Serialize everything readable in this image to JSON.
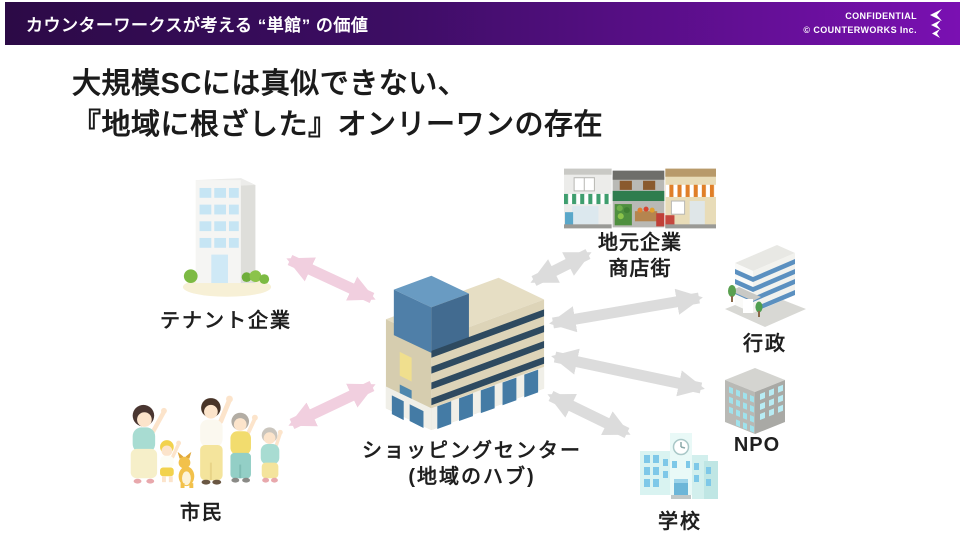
{
  "header": {
    "title": "カウンターワークスが考える “単館” の価値",
    "confidential": "CONFIDENTIAL",
    "copyright": "© COUNTERWORKS Inc.",
    "logo_icon": "counterworks-zigzag-logo",
    "colors": {
      "gradient_left": "#2c0a46",
      "gradient_right": "#7a10b2",
      "text": "#ffffff"
    }
  },
  "heading": {
    "line1": "大規模SCには真似できない、",
    "line2": "『地域に根ざした』オンリーワンの存在"
  },
  "diagram": {
    "center": {
      "label": "ショッピングセンター",
      "sublabel": "(地域のハブ)",
      "illustration": "shopping-center-isometric-building"
    },
    "nodes": {
      "tenant": {
        "label": "テナント企業",
        "illustration": "office-building"
      },
      "citizens": {
        "label": "市民",
        "illustration": "family-group-cheering"
      },
      "local_shops": {
        "label_line1": "地元企業",
        "label_line2": "商店街",
        "illustration": "shopping-street-storefronts"
      },
      "government": {
        "label": "行政",
        "illustration": "government-office-building"
      },
      "npo": {
        "label": "NPO",
        "illustration": "npo-gray-building"
      },
      "school": {
        "label": "学校",
        "illustration": "school-building-with-clock"
      }
    },
    "connections": [
      {
        "from": "shopping_center",
        "to": "tenant",
        "style": "pink",
        "bidirectional": true
      },
      {
        "from": "shopping_center",
        "to": "citizens",
        "style": "pink",
        "bidirectional": true
      },
      {
        "from": "shopping_center",
        "to": "local_shops",
        "style": "gray",
        "bidirectional": true
      },
      {
        "from": "shopping_center",
        "to": "government",
        "style": "gray",
        "bidirectional": true
      },
      {
        "from": "shopping_center",
        "to": "npo",
        "style": "gray",
        "bidirectional": true
      },
      {
        "from": "shopping_center",
        "to": "school",
        "style": "gray",
        "bidirectional": true
      }
    ],
    "arrow_colors": {
      "pink": "#f1cfdf",
      "gray": "#dcdcdc"
    }
  }
}
